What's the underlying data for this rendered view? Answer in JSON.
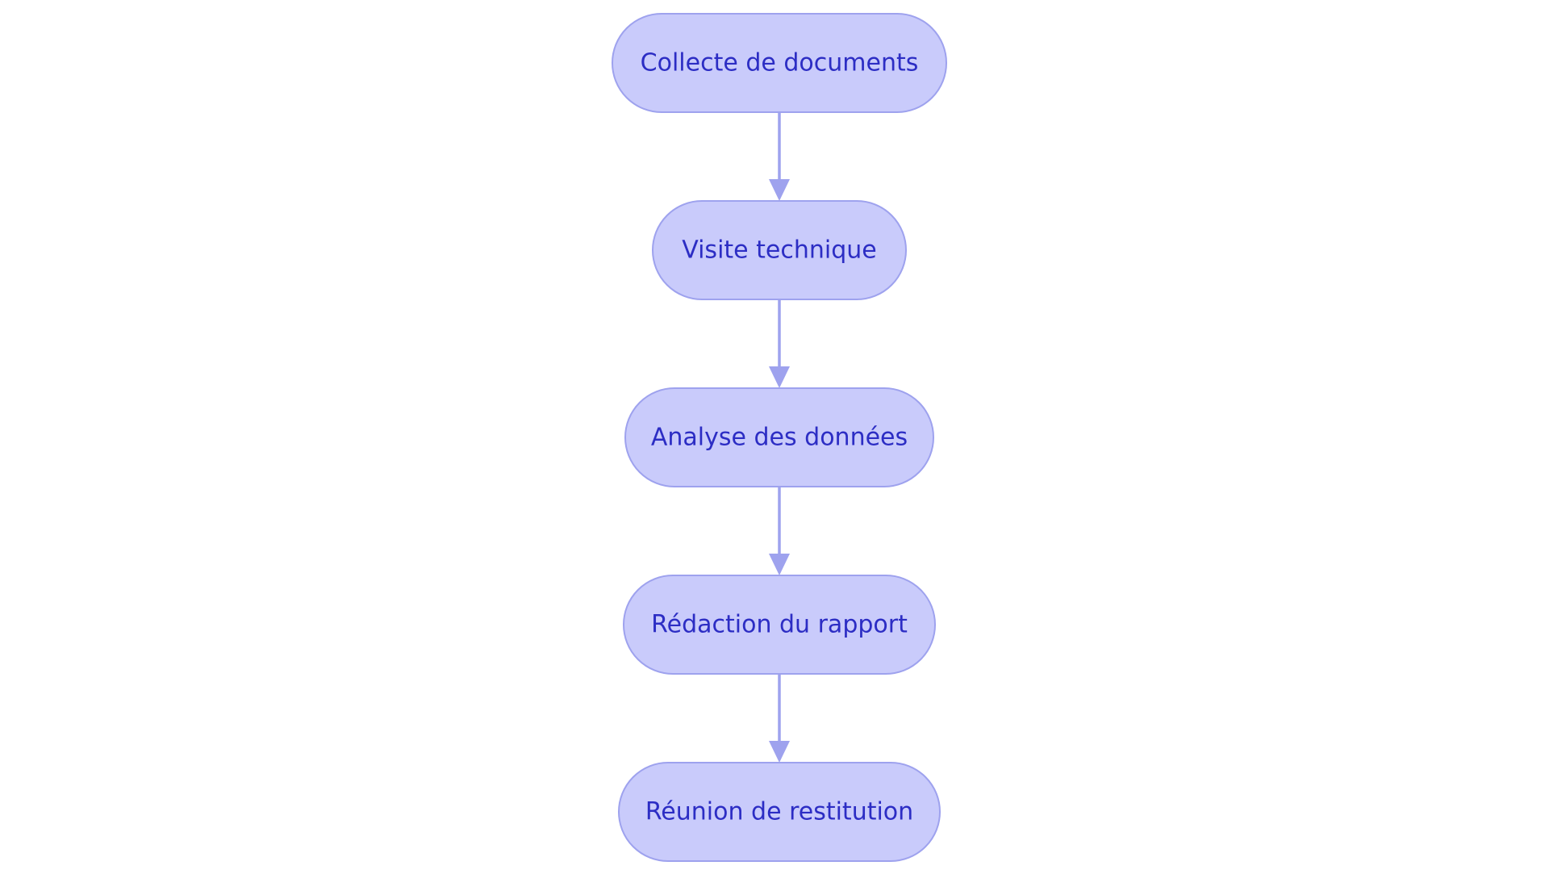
{
  "diagram": {
    "type": "flowchart",
    "direction": "top-to-bottom",
    "node_shape": "stadium",
    "colors": {
      "node_fill": "#c9cbfb",
      "node_border": "#9ea2ee",
      "node_text": "#2c2dc4",
      "edge": "#9ea2ee",
      "background": "#ffffff"
    },
    "nodes": [
      {
        "id": "n1",
        "label": "Collecte de documents"
      },
      {
        "id": "n2",
        "label": "Visite technique"
      },
      {
        "id": "n3",
        "label": "Analyse des données"
      },
      {
        "id": "n4",
        "label": "Rédaction du rapport"
      },
      {
        "id": "n5",
        "label": "Réunion de restitution"
      }
    ],
    "edges": [
      {
        "from": "n1",
        "to": "n2"
      },
      {
        "from": "n2",
        "to": "n3"
      },
      {
        "from": "n3",
        "to": "n4"
      },
      {
        "from": "n4",
        "to": "n5"
      }
    ]
  }
}
